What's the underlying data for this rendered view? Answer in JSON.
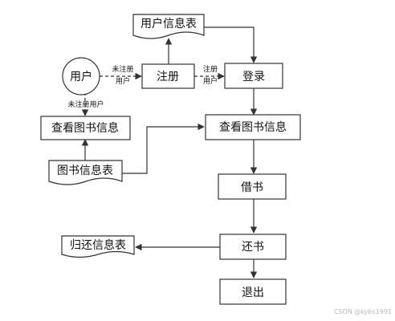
{
  "nodes": {
    "user_info_table": "用户信息表",
    "user": "用户",
    "register": "注册",
    "login": "登录",
    "view_books_left": "查看图书信息",
    "view_books_main": "查看图书信息",
    "book_info_table": "图书信息表",
    "borrow": "借书",
    "return": "还书",
    "return_info_table": "归还信息表",
    "logout": "退出"
  },
  "edge_labels": {
    "unregistered_right_1": "未注册",
    "unregistered_right_2": "用户",
    "registered_1": "注册",
    "registered_2": "用户",
    "unregistered_down": "未注册用户"
  },
  "watermark": "CSDN @kybs1991"
}
